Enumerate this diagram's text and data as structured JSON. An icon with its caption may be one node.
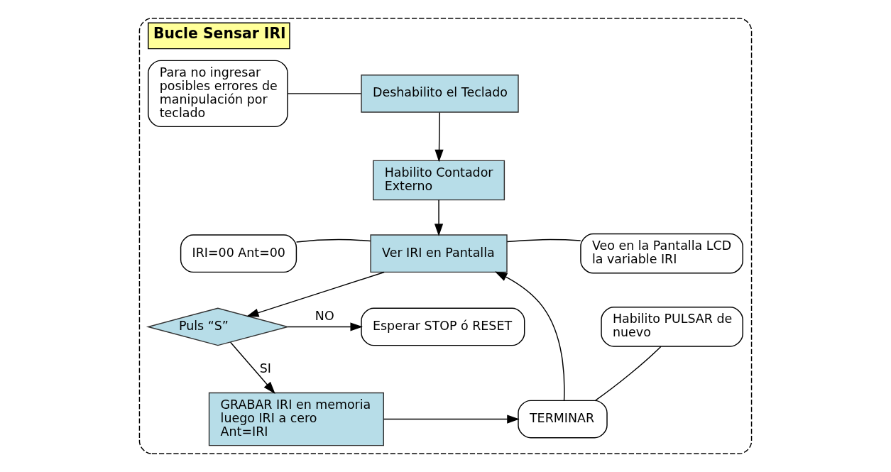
{
  "diagram": {
    "nodes": [
      {
        "text": [
          "Bucle Sensar IRI"
        ]
      },
      {
        "text": [
          "Deshabilito el Teclado"
        ],
        "in": 0
      },
      {
        "text": [
          "Para no ingresar posibles errores de manipulación por teclado"
        ],
        "in": 0
      },
      {
        "text": [
          "Habilito Contador Externo"
        ],
        "in": 0
      },
      {
        "text": [
          "Veo en la Pantalla LCD la variable IRI"
        ],
        "in": 0
      },
      {
        "text": [
          "IRI=00 Ant=00"
        ],
        "in": 0
      },
      {
        "text": [
          "Ver IRI en Pantalla"
        ],
        "in": 0
      },
      {
        "text": [
          "Puls “S”"
        ],
        "in": 0
      },
      {
        "text": [
          "Esperar STOP ó RESET"
        ],
        "in": 0
      },
      {
        "text": [
          "GRABAR IRI en memoria luego IRI a cero Ant=IRI"
        ],
        "in": 0
      },
      {
        "text": [
          "TERMINAR"
        ],
        "in": 0
      },
      {
        "text": [
          "Habilito PULSAR de nuevo"
        ],
        "in": 0
      }
    ],
    "edges": [
      {
        "from": 1,
        "to": 3,
        "arrow": "to"
      },
      {
        "from": 3,
        "to": 6,
        "arrow": "to"
      },
      {
        "from": 6,
        "to": 7,
        "arrow": "to"
      },
      {
        "from": 7,
        "to": 8,
        "arrow": "to",
        "label": "NO"
      },
      {
        "from": 7,
        "to": 9,
        "arrow": "to",
        "label": "SI"
      },
      {
        "from": 9,
        "to": 10,
        "arrow": "to"
      },
      {
        "from": 10,
        "to": 6,
        "arrow": "to"
      },
      {
        "from": 2,
        "to": 1,
        "arrow": "none"
      },
      {
        "from": 4,
        "to": 6,
        "arrow": "none"
      },
      {
        "from": 5,
        "to": 6,
        "arrow": "none"
      },
      {
        "from": 11,
        "to": 10,
        "arrow": "none"
      }
    ]
  }
}
